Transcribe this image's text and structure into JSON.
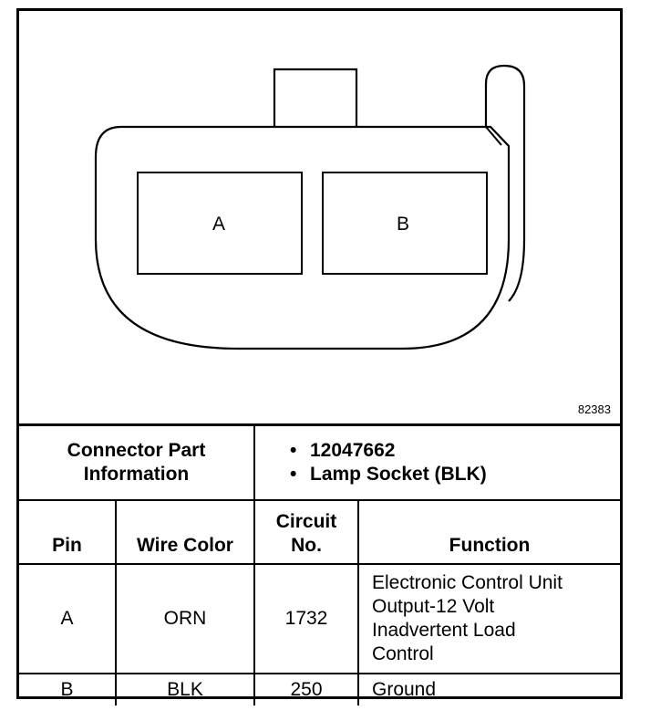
{
  "diagram": {
    "figure_id": "82383",
    "cavities": [
      "A",
      "B"
    ]
  },
  "connector_info": {
    "label_line1": "Connector Part",
    "label_line2": "Information",
    "values": [
      "12047662",
      "Lamp Socket (BLK)"
    ],
    "bullet": "•"
  },
  "table": {
    "headers": {
      "pin": "Pin",
      "wire_color": "Wire Color",
      "circuit_line1": "Circuit",
      "circuit_line2": "No.",
      "function": "Function"
    },
    "rows": [
      {
        "pin": "A",
        "wire_color": "ORN",
        "circuit": "1732",
        "function_lines": [
          "Electronic Control Unit",
          "Output-12 Volt",
          "Inadvertent Load",
          "Control"
        ]
      },
      {
        "pin": "B",
        "wire_color": "BLK",
        "circuit": "250",
        "function_lines": [
          "Ground"
        ]
      }
    ]
  }
}
